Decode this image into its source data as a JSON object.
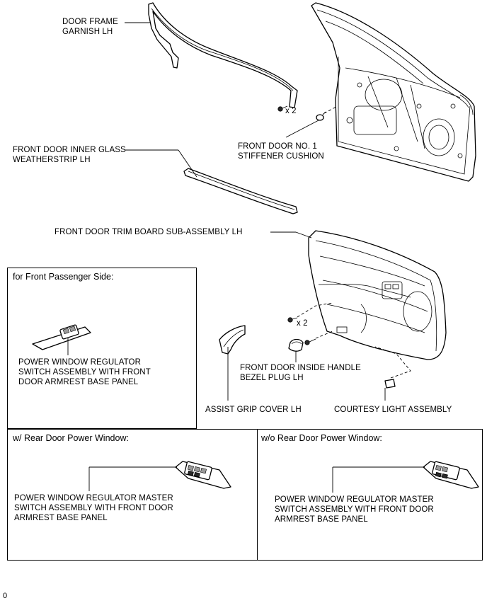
{
  "labels": {
    "door_frame_garnish": "DOOR FRAME\nGARNISH LH",
    "inner_glass_weatherstrip": "FRONT DOOR INNER GLASS\nWEATHERSTRIP LH",
    "stiffener_cushion": "FRONT DOOR NO. 1\nSTIFFENER CUSHION",
    "trim_board": "FRONT DOOR TRIM BOARD SUB-ASSEMBLY LH",
    "inside_handle_bezel_plug": "FRONT DOOR INSIDE HANDLE\nBEZEL PLUG LH",
    "assist_grip_cover": "ASSIST GRIP COVER LH",
    "courtesy_light": "COURTESY LIGHT ASSEMBLY",
    "qty_frame_clips": "x 2",
    "qty_trim_screws": "x 2"
  },
  "boxes": {
    "passenger": {
      "title": "for Front Passenger Side:",
      "part_label": "POWER WINDOW REGULATOR\nSWITCH ASSEMBLY WITH FRONT\nDOOR ARMREST BASE PANEL"
    },
    "with_rear": {
      "title": "w/ Rear Door Power Window:",
      "part_label": "POWER WINDOW REGULATOR MASTER\nSWITCH ASSEMBLY WITH FRONT DOOR\nARMREST BASE PANEL"
    },
    "without_rear": {
      "title": "w/o Rear Door Power Window:",
      "part_label": "POWER WINDOW REGULATOR MASTER\nSWITCH ASSEMBLY WITH FRONT DOOR\nARMREST BASE PANEL"
    }
  },
  "footer": {
    "page_marker": "0"
  }
}
